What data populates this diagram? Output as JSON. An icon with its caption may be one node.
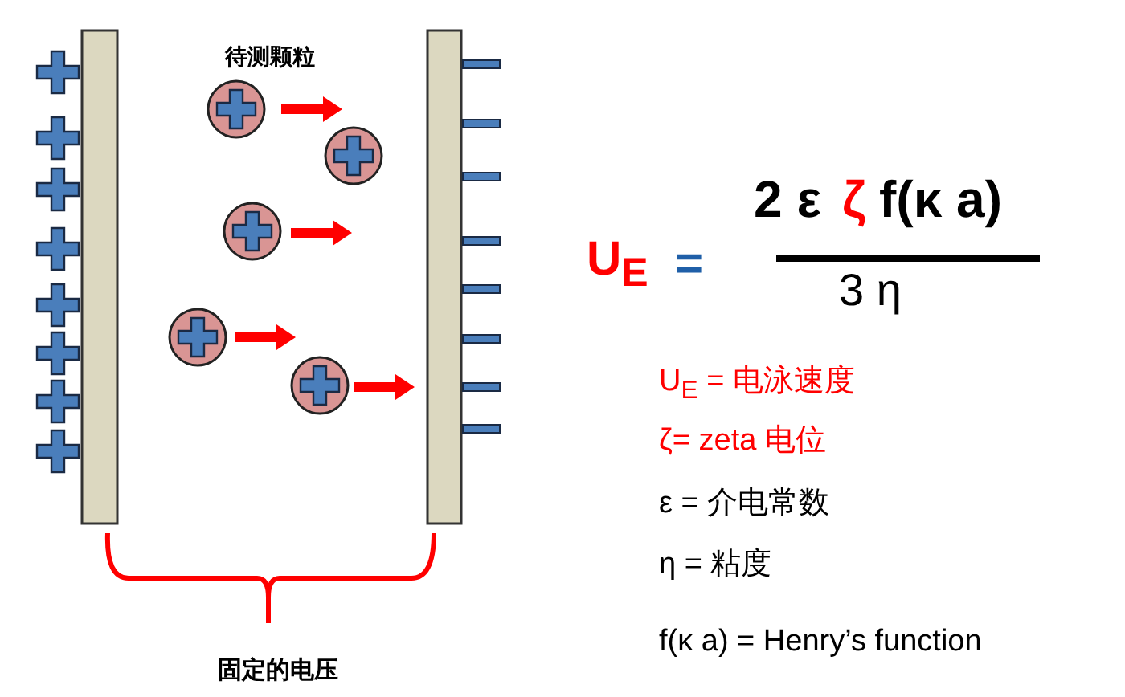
{
  "diagram": {
    "labels": [
      "待测颗粒",
      "固定的电压",
      "U$_{E}$",
      "=",
      "2 ε",
      "ζ",
      "f(κ a)",
      "3 η",
      "U$_{E}$ = 电泳速度",
      "ζ= zeta 电位",
      "ε = 介电常数",
      "η = 粘度",
      "f(κ a) = Henry’s function"
    ]
  }
}
